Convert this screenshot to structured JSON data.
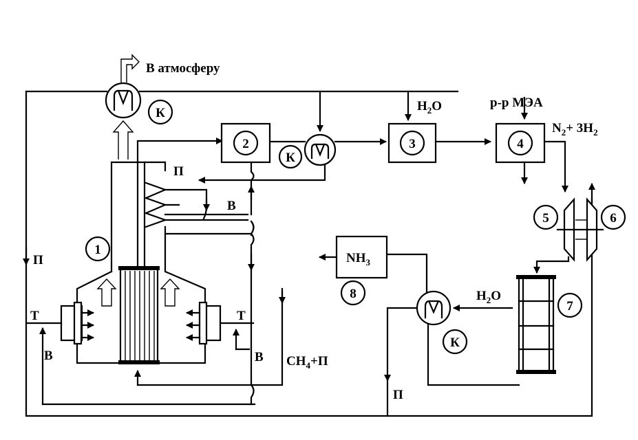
{
  "labels": {
    "atmosphere": "В атмосферу",
    "h2o_top": "H2O",
    "mea": "р-р МЭА",
    "product_gas": "N2+ 3H2",
    "ch4_p": "CH4+П",
    "h2o_right": "H2O",
    "nh3": "NH3",
    "p_left": "П",
    "p_heater": "П",
    "p_bottom": "П",
    "b_heater": "В",
    "b_left": "В",
    "b_right": "В",
    "t_left": "Т",
    "t_right": "Т",
    "k_top": "К",
    "k_mid": "К",
    "k_low": "К"
  },
  "nodes": {
    "n1": "1",
    "n2": "2",
    "n3": "3",
    "n4": "4",
    "n5": "5",
    "n6": "6",
    "n7": "7",
    "n8": "8"
  }
}
